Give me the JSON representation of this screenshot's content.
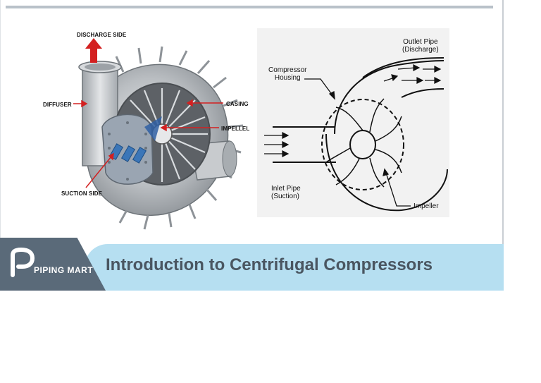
{
  "left_diagram": {
    "discharge_side": "DISCHARGE SIDE",
    "diffuser": "DIFFUSER",
    "casing": "CASING",
    "impellel": "IMPELLEL",
    "suction_side": "SUCTION SIDE"
  },
  "right_diagram": {
    "outlet_pipe_1": "Outlet Pipe",
    "outlet_pipe_2": "(Discharge)",
    "compressor_housing_1": "Compressor",
    "compressor_housing_2": "Housing",
    "inlet_pipe_1": "Inlet Pipe",
    "inlet_pipe_2": "(Suction)",
    "impeller": "Impeller"
  },
  "banner": {
    "title": "Introduction to Centrifugal Compressors",
    "logo_text": "PIPING MART",
    "logo_letter": "p"
  },
  "colors": {
    "banner": "#b6dff1",
    "logo_bg": "#5a6a79",
    "title_text": "#4a5661",
    "red_arrow": "#d32020"
  }
}
